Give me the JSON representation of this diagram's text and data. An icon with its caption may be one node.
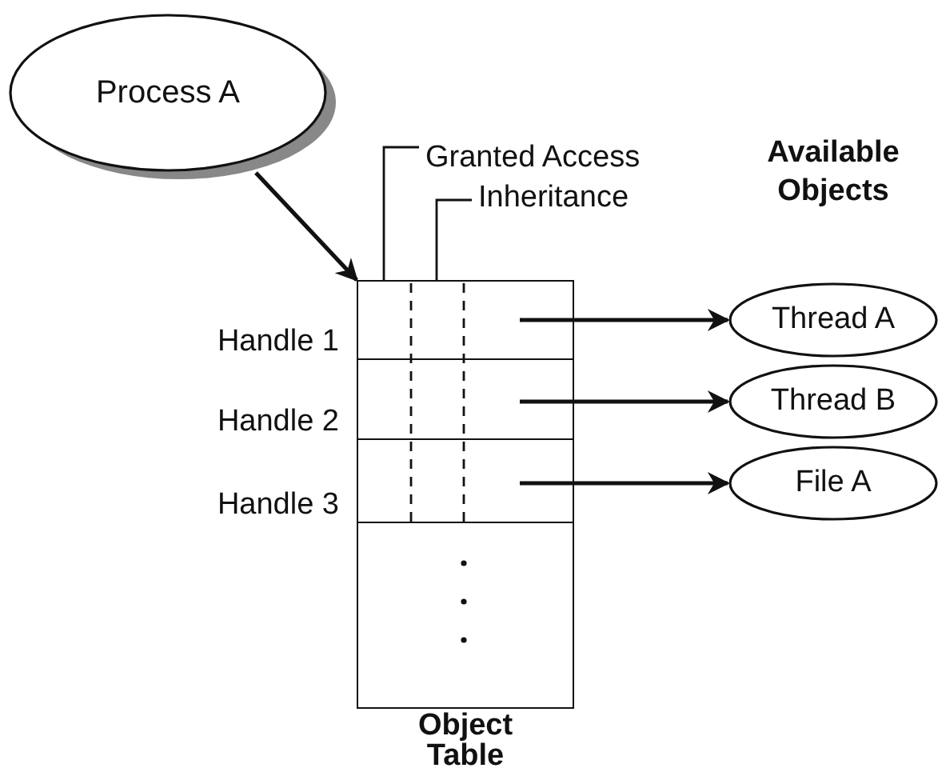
{
  "diagram": {
    "nodes": [
      {
        "text": [
          "Process A"
        ]
      },
      {
        "text": [
          "Object Table"
        ]
      },
      {
        "text": [],
        "shape": "box",
        "in": 1,
        "beside": [
          "Handle 1"
        ]
      },
      {
        "text": [],
        "shape": "box",
        "in": 1,
        "beside": [
          "Handle 2"
        ]
      },
      {
        "text": [],
        "shape": "box",
        "in": 1,
        "beside": [
          "Handle 3"
        ]
      },
      {
        "text": [
          "Thread A"
        ]
      },
      {
        "text": [
          "Thread B"
        ]
      },
      {
        "text": [
          "File A"
        ]
      },
      {
        "text": [
          "Granted Access"
        ]
      },
      {
        "text": [
          "Inheritance"
        ]
      }
    ],
    "edges": [
      {
        "from": 0,
        "to": 1,
        "arrow": "to"
      },
      {
        "from": 2,
        "to": 5,
        "arrow": "to"
      },
      {
        "from": 3,
        "to": 6,
        "arrow": "to"
      },
      {
        "from": 4,
        "to": 7,
        "arrow": "to"
      },
      {
        "from": 8,
        "to": 2,
        "arrow": "none"
      },
      {
        "from": 9,
        "to": 2,
        "arrow": "none"
      }
    ],
    "labels": [
      "Available Objects"
    ]
  }
}
